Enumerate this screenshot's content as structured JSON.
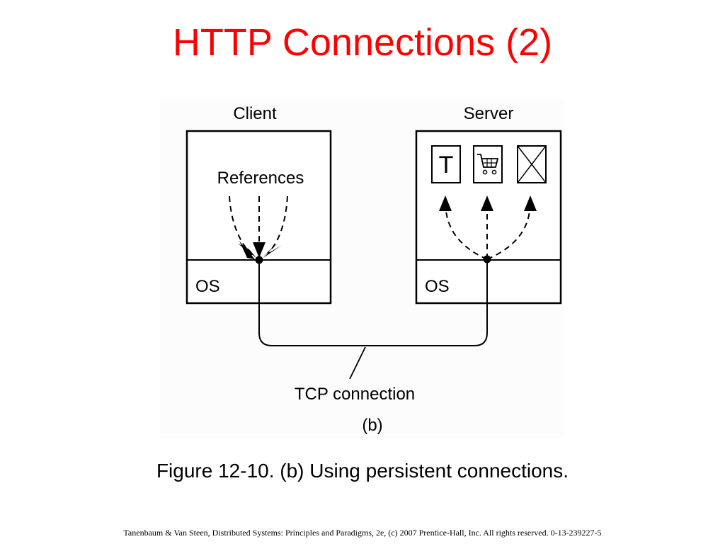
{
  "slide": {
    "title": "HTTP Connections (2)",
    "caption": "Figure 12-10.  (b) Using persistent connections.",
    "footer": "Tanenbaum & Van Steen, Distributed Systems: Principles and Paradigms, 2e, (c) 2007 Prentice-Hall, Inc. All rights reserved. 0-13-239227-5"
  },
  "diagram": {
    "client_label": "Client",
    "server_label": "Server",
    "references_label": "References",
    "client_os_label": "OS",
    "server_os_label": "OS",
    "text_document_glyph": "T",
    "connection_label": "TCP connection",
    "part_label": "(b)",
    "server_resource_icons": [
      "text-document-icon",
      "shopping-cart-icon",
      "crossed-image-icon"
    ]
  }
}
